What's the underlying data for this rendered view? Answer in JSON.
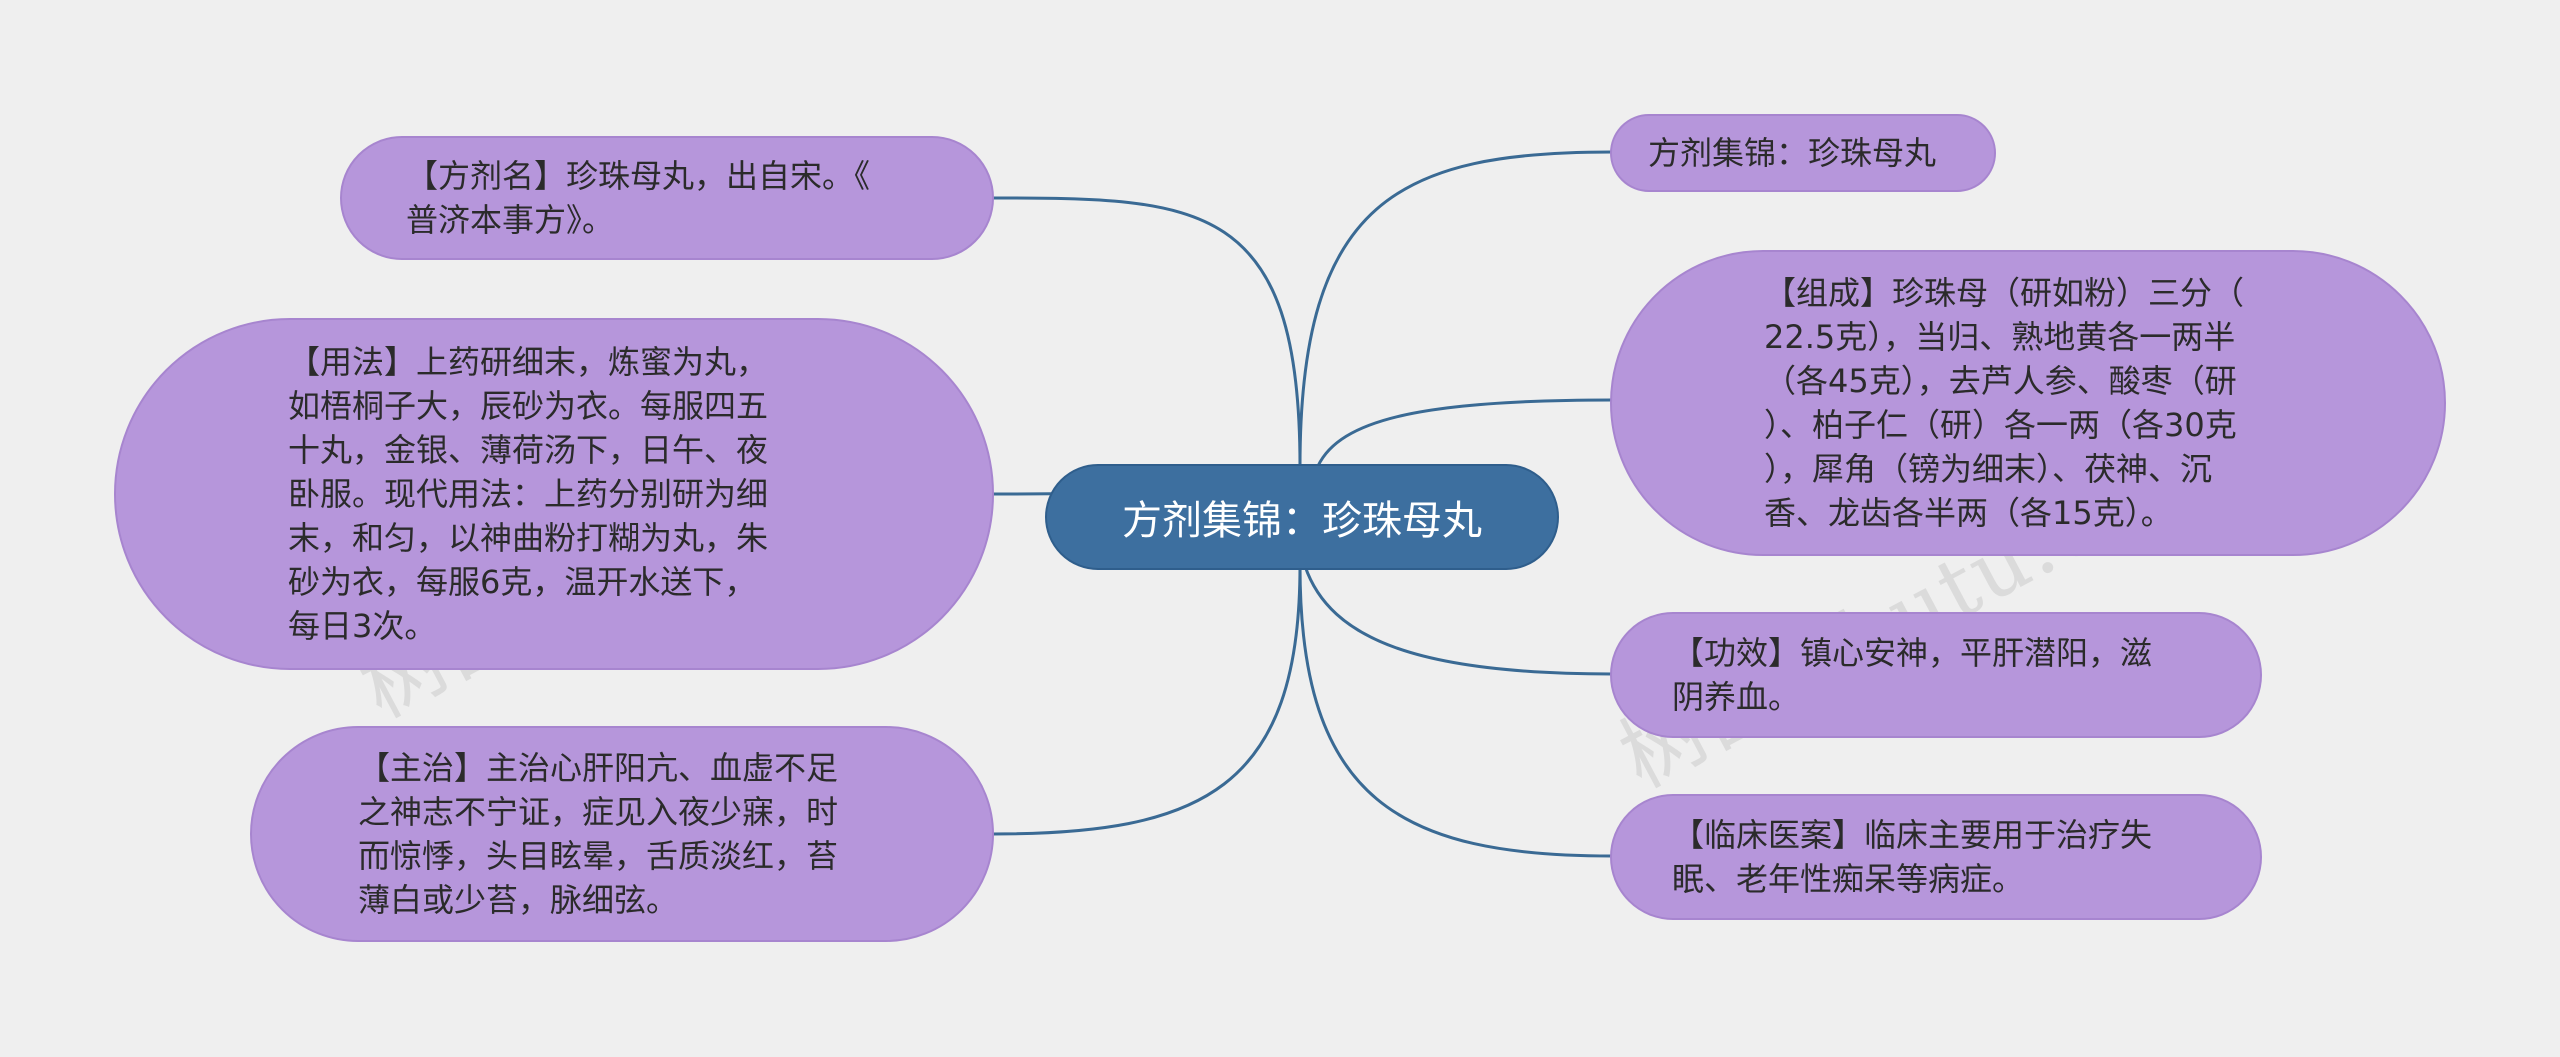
{
  "center": {
    "label": "方剂集锦：珍珠母丸"
  },
  "left_nodes": [
    {
      "id": "name",
      "text": "【方剂名】珍珠母丸，出自宋。《\n普济本事方》。"
    },
    {
      "id": "usage",
      "text": "【用法】上药研细末，炼蜜为丸，\n如梧桐子大，辰砂为衣。每服四五\n十丸，金银、薄荷汤下，日午、夜\n卧服。现代用法：上药分别研为细\n末，和匀，以神曲粉打糊为丸，朱\n砂为衣，每服6克，温开水送下，\n每日3次。"
    },
    {
      "id": "indication",
      "text": "【主治】主治心肝阳亢、血虚不足\n之神志不宁证，症见入夜少寐，时\n而惊悸，头目眩晕，舌质淡红，苔\n薄白或少苔，脉细弦。"
    }
  ],
  "right_nodes": [
    {
      "id": "title",
      "text": "方剂集锦：珍珠母丸"
    },
    {
      "id": "composition",
      "text": "【组成】珍珠母（研如粉）三分（\n22.5克），当归、熟地黄各一两半\n（各45克），去芦人参、酸枣（研\n）、柏子仁（研）各一两（各30克\n），犀角（镑为细末）、茯神、沉\n香、龙齿各半两（各15克）。"
    },
    {
      "id": "effect",
      "text": "【功效】镇心安神，平肝潜阳，滋\n阴养血。"
    },
    {
      "id": "clinical",
      "text": "【临床医案】临床主要用于治疗失\n眠、老年性痴呆等病症。"
    }
  ],
  "watermarks": [
    "树图 shutu.cn",
    "树图 shutu.cn"
  ],
  "colors": {
    "background": "#efefef",
    "center_fill": "#3d6f9f",
    "node_fill": "#b696db",
    "link": "#3a6a94"
  }
}
